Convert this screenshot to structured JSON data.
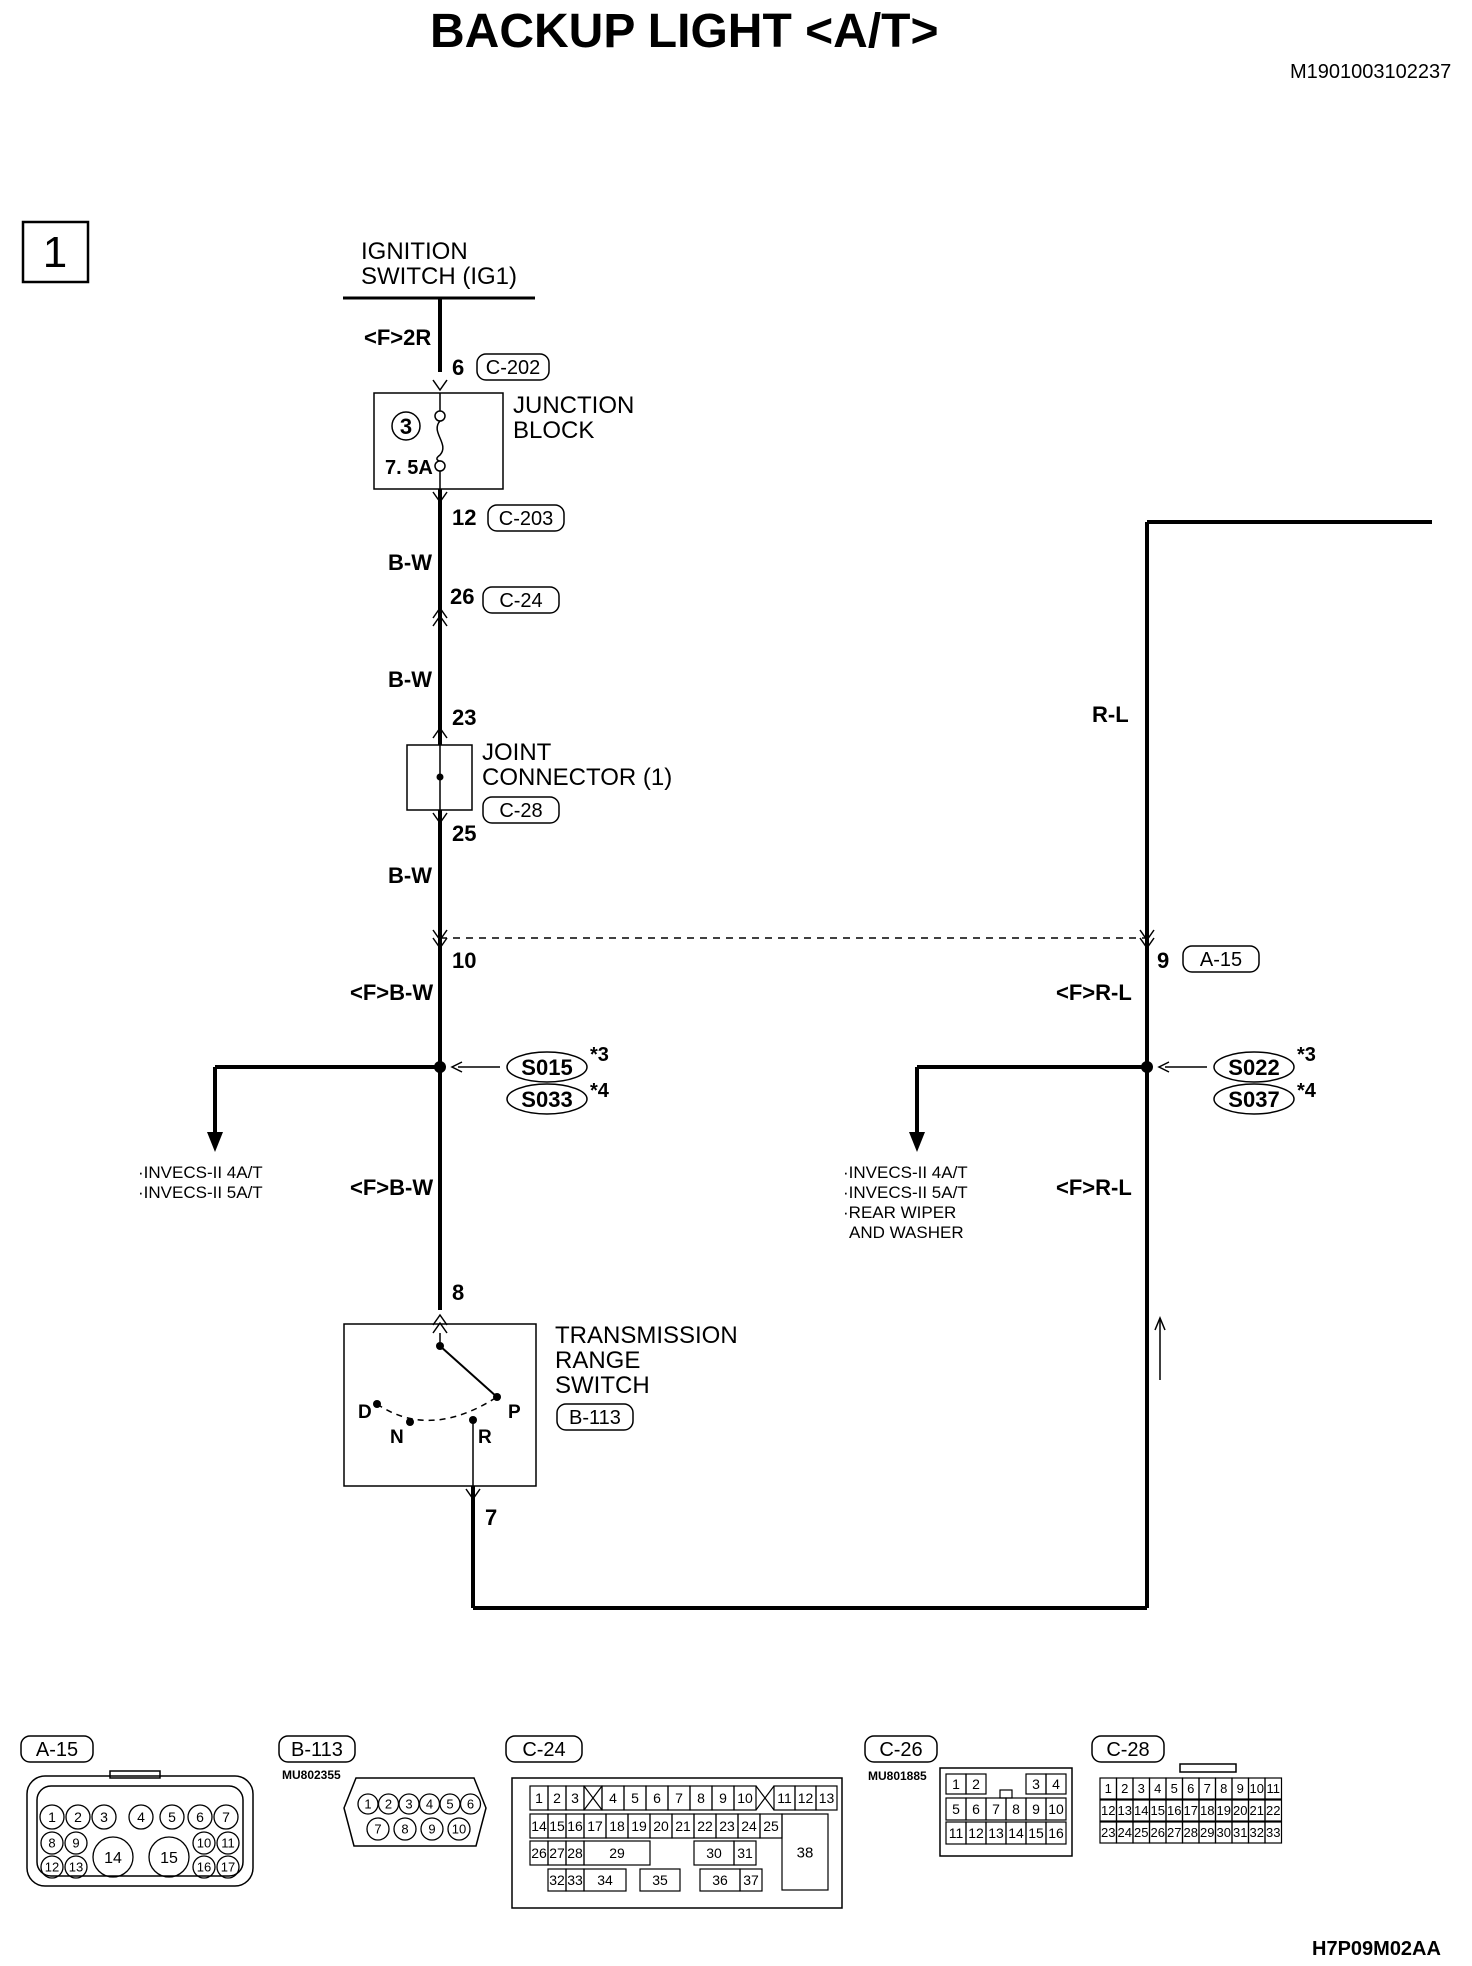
{
  "header": {
    "title": "BACKUP LIGHT <A/T>",
    "code": "M1901003102237",
    "sheet_number": "1",
    "footer_code": "H7P09M02AA"
  },
  "components": {
    "ignition": {
      "line1": "IGNITION",
      "line2": "SWITCH (IG1)"
    },
    "junction_block": {
      "line1": "JUNCTION",
      "line2": "BLOCK",
      "fuse_number": "3",
      "fuse_rating": "7. 5A"
    },
    "joint_connector": {
      "line1": "JOINT",
      "line2": "CONNECTOR (1)",
      "connector": "C-28"
    },
    "trs": {
      "line1": "TRANSMISSION",
      "line2": "RANGE",
      "line3": "SWITCH",
      "connector": "B-113",
      "pos_d": "D",
      "pos_n": "N",
      "pos_r": "R",
      "pos_p": "P"
    }
  },
  "pins": {
    "p6": "6",
    "p12": "12",
    "p26": "26",
    "p23": "23",
    "p25": "25",
    "p10": "10",
    "p9": "9",
    "p8": "8",
    "p7": "7"
  },
  "connectors": {
    "c202": "C-202",
    "c203": "C-203",
    "c24": "C-24",
    "a15": "A-15"
  },
  "wires": {
    "f2r": "<F>2R",
    "bw1": "B-W",
    "bw2": "B-W",
    "bw3": "B-W",
    "fbw1": "<F>B-W",
    "fbw2": "<F>B-W",
    "rl": "R-L",
    "frl1": "<F>R-L",
    "frl2": "<F>R-L"
  },
  "splices": {
    "left": {
      "s1": "S015",
      "s2": "S033",
      "n1": "*3",
      "n2": "*4"
    },
    "right": {
      "s1": "S022",
      "s2": "S037",
      "n1": "*3",
      "n2": "*4"
    }
  },
  "notes": {
    "left": [
      "·INVECS-II 4A/T",
      "·INVECS-II 5A/T"
    ],
    "right": [
      "·INVECS-II 4A/T",
      "·INVECS-II 5A/T",
      "·REAR WIPER",
      "AND WASHER"
    ]
  },
  "connector_views": {
    "a15": {
      "label": "A-15",
      "pins": [
        "1",
        "2",
        "3",
        "4",
        "5",
        "6",
        "7",
        "8",
        "9",
        "10",
        "11",
        "12",
        "13",
        "14",
        "15",
        "16",
        "17"
      ]
    },
    "b113": {
      "label": "B-113",
      "part": "MU802355",
      "pins": [
        "1",
        "2",
        "3",
        "4",
        "5",
        "6",
        "7",
        "8",
        "9",
        "10"
      ]
    },
    "c24": {
      "label": "C-24",
      "row1": [
        "1",
        "2",
        "3",
        "4",
        "5",
        "6",
        "7",
        "8",
        "9",
        "10",
        "11",
        "12",
        "13"
      ],
      "row2": [
        "14",
        "15",
        "16",
        "17",
        "18",
        "19",
        "20",
        "21",
        "22",
        "23",
        "24",
        "25"
      ],
      "row3": [
        "26",
        "27",
        "28",
        "29",
        "30",
        "31"
      ],
      "row4": [
        "32",
        "33",
        "34",
        "35",
        "36",
        "37"
      ],
      "big": "38"
    },
    "c26": {
      "label": "C-26",
      "part": "MU801885",
      "row1": [
        "1",
        "2",
        "3",
        "4"
      ],
      "row2": [
        "5",
        "6",
        "7",
        "8",
        "9",
        "10"
      ],
      "row3": [
        "11",
        "12",
        "13",
        "14",
        "15",
        "16"
      ]
    },
    "c28": {
      "label": "C-28",
      "row1": [
        "1",
        "2",
        "3",
        "4",
        "5",
        "6",
        "7",
        "8",
        "9",
        "10",
        "11"
      ],
      "row2": [
        "12",
        "13",
        "14",
        "15",
        "16",
        "17",
        "18",
        "19",
        "20",
        "21",
        "22"
      ],
      "row3": [
        "23",
        "24",
        "25",
        "26",
        "27",
        "28",
        "29",
        "30",
        "31",
        "32",
        "33"
      ]
    }
  }
}
